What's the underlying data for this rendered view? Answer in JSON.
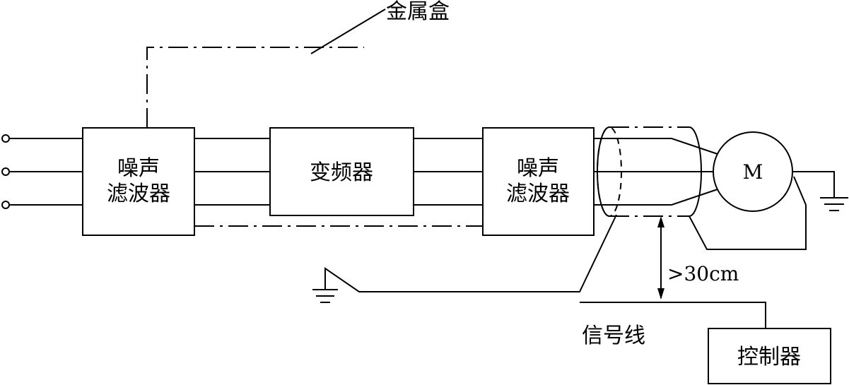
{
  "labels": {
    "metal_box": "金属盒",
    "noise_filter_in_line1": "噪声",
    "noise_filter_in_line2": "滤波器",
    "inverter": "变频器",
    "noise_filter_out_line1": "噪声",
    "noise_filter_out_line2": "滤波器",
    "motor": "M",
    "distance": ">30cm",
    "signal_line": "信号线",
    "controller": "控制器"
  }
}
